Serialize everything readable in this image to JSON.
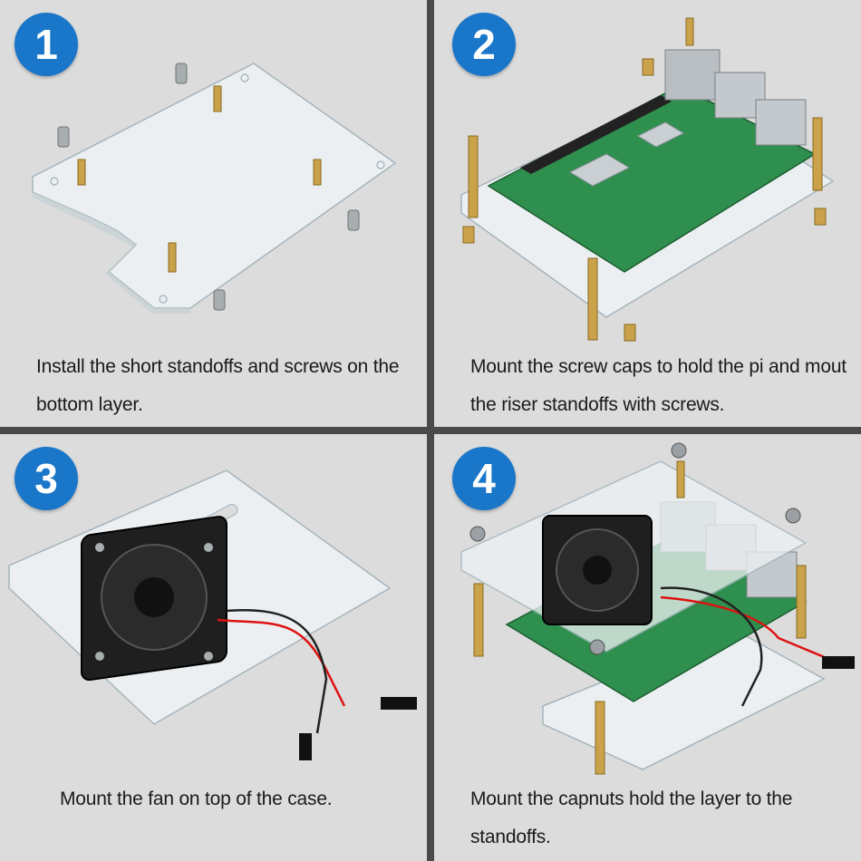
{
  "steps": [
    {
      "number": "1",
      "caption": "Install the short standoffs and screws on the bottom layer."
    },
    {
      "number": "2",
      "caption": "Mount the screw caps to hold the pi and mout the riser standoffs with screws."
    },
    {
      "number": "3",
      "caption": "Mount the fan on top of the case."
    },
    {
      "number": "4",
      "caption": "Mount the capnuts hold the layer to the standoffs."
    }
  ],
  "colors": {
    "badge": "#1976c9",
    "panel_bg": "#dcdcdc",
    "divider": "#4a4a4a",
    "brass": "#c9a24a",
    "pcb_green": "#2f8f4e"
  }
}
